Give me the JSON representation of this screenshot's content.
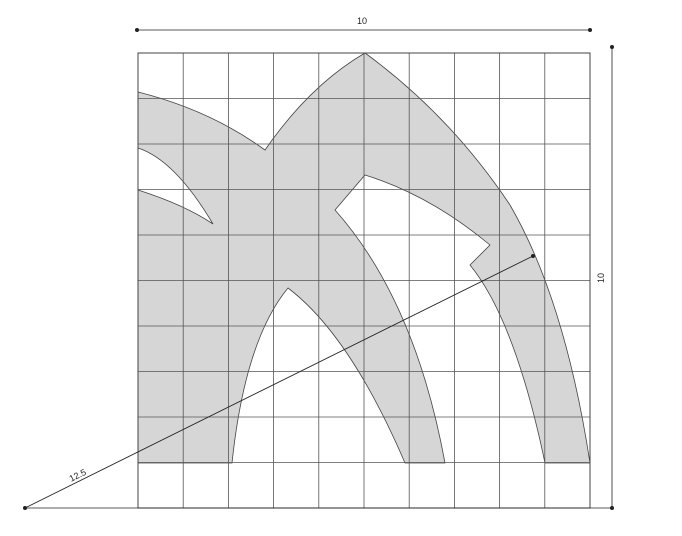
{
  "dimensions": {
    "top_width_label": "10",
    "right_height_label": "10",
    "diagonal_radius_label": "12.5"
  },
  "grid": {
    "columns": 10,
    "rows": 10
  },
  "colors": {
    "paper": "#ffffff",
    "grid_line": "#555555",
    "shape_fill": "#d6d6d6",
    "shape_stroke": "#444444",
    "dimension_line": "#222222"
  }
}
